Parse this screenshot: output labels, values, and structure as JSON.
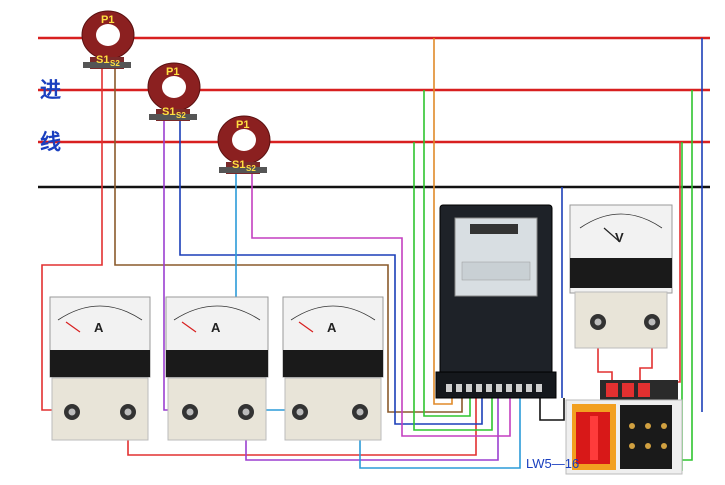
{
  "incoming_label": [
    "进",
    "线"
  ],
  "ct_labels": {
    "p1": "P1",
    "s1": "S1",
    "s2": "S2"
  },
  "ammeter_unit": "A",
  "voltmeter_unit": "V",
  "switch_label": "LW5—16",
  "colors": {
    "phase_line": "#d82020",
    "neutral_line": "#111111",
    "ct_ring": "#8b2020",
    "wire_red": "#e23030",
    "wire_brown": "#8a5a2b",
    "wire_purple": "#9b3fd0",
    "wire_blue": "#1c3fb8",
    "wire_cyan": "#2b9bd8",
    "wire_magenta": "#c33fc0",
    "wire_green": "#2fc52f",
    "wire_orange": "#e08a2a"
  }
}
